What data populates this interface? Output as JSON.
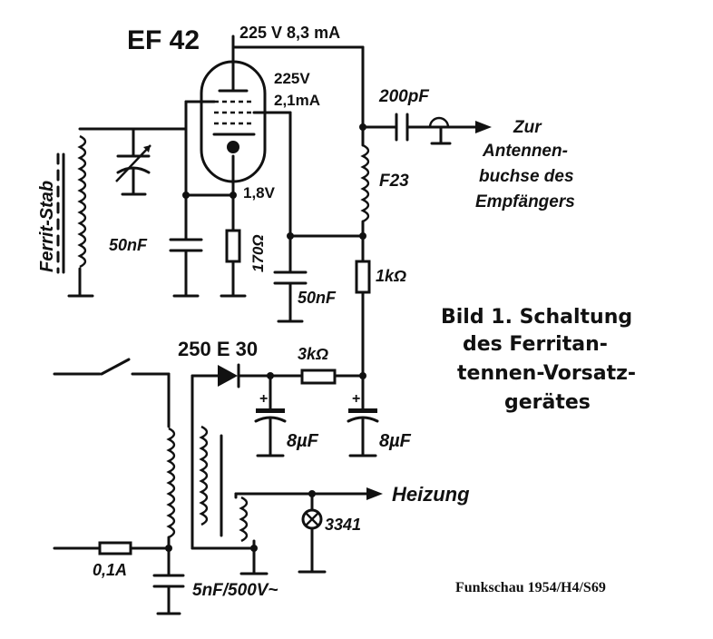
{
  "tube": {
    "type": "EF 42",
    "plate": "225V",
    "plate_current": "2,1mA",
    "cathode": "1,8V"
  },
  "supply": {
    "top": "225 V 8,3 mA"
  },
  "coupling_cap": "200pF",
  "output_note": [
    "Zur",
    "Antennen-",
    "buchse des",
    "Empfängers"
  ],
  "coil": "F23",
  "ferrite": "Ferrit-Stab",
  "parts": {
    "c_grid": "50nF",
    "r_cathode": "170Ω",
    "c_screen": "50nF",
    "r_plate": "1kΩ",
    "rectifier": "250 E 30",
    "r_filter": "3kΩ",
    "c_filter1": "8µF",
    "c_filter2": "8µF",
    "fuse": "0,1A",
    "c_line": "5nF/500V~",
    "lamp": "3341",
    "heater": "Heizung"
  },
  "caption": [
    "Bild 1. Schaltung",
    "des Ferritan-",
    "tennen-Vorsatz-",
    "gerätes"
  ],
  "source": "Funkschau 1954/H4/S69"
}
